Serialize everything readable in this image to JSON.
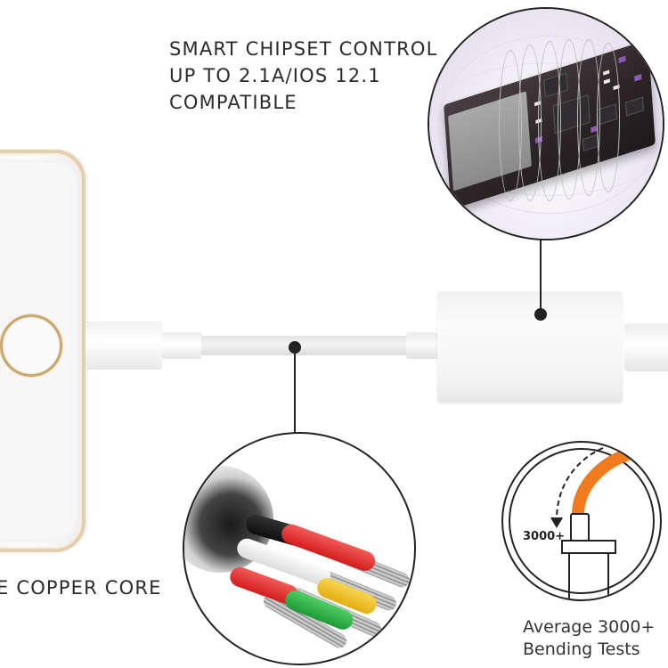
{
  "callouts": {
    "chipset": {
      "lines": [
        "SMART CHIPSET CONTROL",
        "UP TO 2.1A/IOS 12.1",
        "COMPATIBLE"
      ],
      "icon": "circuit-board-icon"
    },
    "copper_core": {
      "label": "E COPPER CORE",
      "icon": "multi-wire-cable-icon",
      "wire_colors": [
        "#1a1a1a",
        "#e52b2b",
        "#f2f2f2",
        "#e52b2b",
        "#2fb34a",
        "#f2c21a"
      ]
    },
    "bending": {
      "count_label": "3000+",
      "caption_line1": "Average 3000+",
      "caption_line2": "Bending Tests",
      "icon": "bend-test-icon",
      "accent_color": "#f07a1e"
    }
  },
  "product": {
    "phone_frame_color": "#e2cfae",
    "home_button_ring_color": "#c9a870",
    "adapter_color": "#f5f5f5"
  }
}
